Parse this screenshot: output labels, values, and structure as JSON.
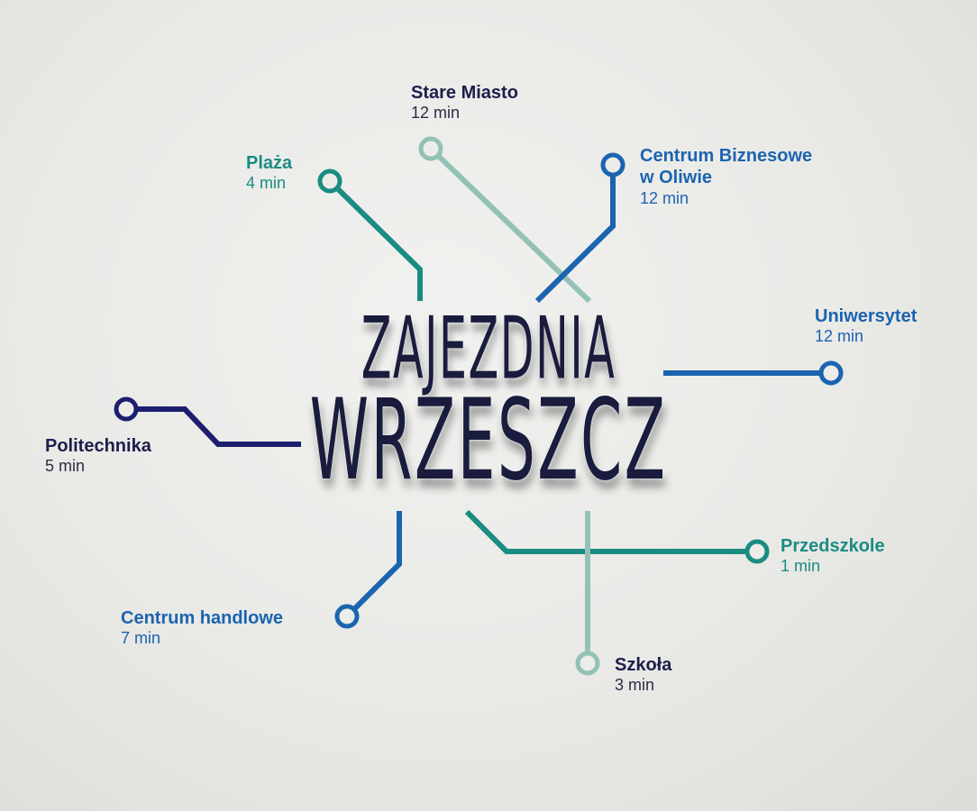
{
  "title": {
    "line1": "ZAJEZDNIA",
    "line2": "WRZESZCZ"
  },
  "destinations": [
    {
      "id": "stare-miasto",
      "name": "Stare Miasto",
      "time": "12 min",
      "color": "#1c1e4b",
      "time_color": "#2b2d46",
      "line_color": "#93c1b6"
    },
    {
      "id": "plaza",
      "name": "Plaża",
      "time": "4 min",
      "color": "#1a8c82",
      "time_color": "#1a8c82",
      "line_color": "#1a8c82"
    },
    {
      "id": "centrum-biznesowe",
      "name": "Centrum Biznesowe",
      "name2": "w Oliwie",
      "time": "12 min",
      "color": "#1b64b0",
      "time_color": "#1b64b0",
      "line_color": "#1b64b0"
    },
    {
      "id": "uniwersytet",
      "name": "Uniwersytet",
      "time": "12 min",
      "color": "#1b64b0",
      "time_color": "#1b64b0",
      "line_color": "#1b64b0"
    },
    {
      "id": "politechnika",
      "name": "Politechnika",
      "time": "5 min",
      "color": "#1c1e4b",
      "time_color": "#2b2d46",
      "line_color": "#1c1e6e"
    },
    {
      "id": "przedszkole",
      "name": "Przedszkole",
      "time": "1 min",
      "color": "#1a8c82",
      "time_color": "#1a8c82",
      "line_color": "#1a8c82"
    },
    {
      "id": "centrum-handlowe",
      "name": "Centrum handlowe",
      "time": "7 min",
      "color": "#1b64b0",
      "time_color": "#1b64b0",
      "line_color": "#1b64b0"
    },
    {
      "id": "szkola",
      "name": "Szkoła",
      "time": "3 min",
      "color": "#1c1e4b",
      "time_color": "#2b2d46",
      "line_color": "#93c1b6"
    }
  ]
}
